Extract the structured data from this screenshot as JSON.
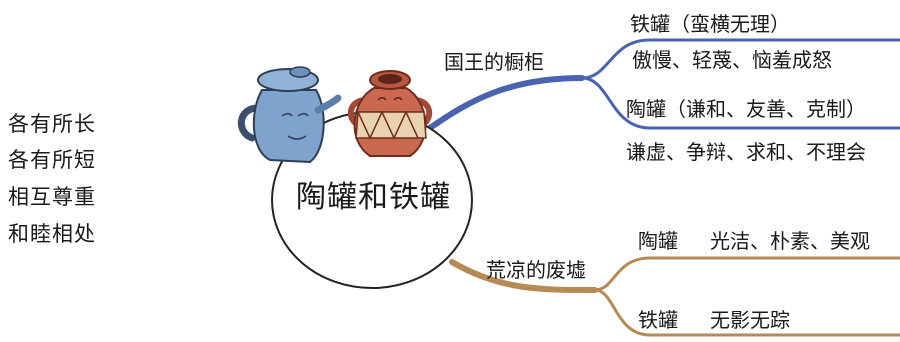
{
  "left_notes": [
    "各有所长",
    "各有所短",
    "相互尊重",
    "和睦相处"
  ],
  "center": {
    "title": "陶罐和铁罐"
  },
  "upper_branch": {
    "label": "国王的橱柜",
    "color": "#4a63b0",
    "items": [
      {
        "title": "铁罐（蛮横无理）",
        "detail": "傲慢、轻蔑、恼羞成怒"
      },
      {
        "title": "陶罐（谦和、友善、克制）",
        "detail": "谦虚、争辩、求和、不理会"
      }
    ]
  },
  "lower_branch": {
    "label": "荒凉的废墟",
    "color": "#b58a55",
    "items": [
      {
        "title": "陶罐",
        "detail": "光洁、朴素、美观"
      },
      {
        "title": "铁罐",
        "detail": "无影无踪"
      }
    ]
  },
  "illustrations": {
    "iron_pot_icon": "iron-pot-icon",
    "clay_pot_icon": "clay-pot-icon"
  }
}
